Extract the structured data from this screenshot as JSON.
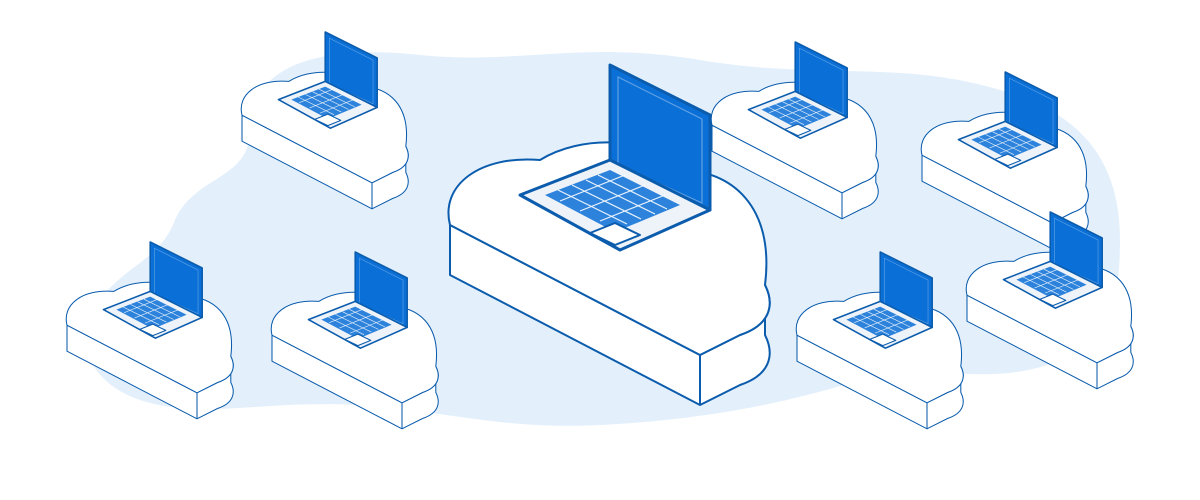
{
  "illustration": {
    "subject": "laptops-on-clouds",
    "colors": {
      "background": "#ffffff",
      "blob": "#e3f0fb",
      "cloud_fill": "#ffffff",
      "outline": "#0b5cad",
      "screen": "#0a6fd6",
      "keyboard_bg": "#eef3f9",
      "key": "#0a6fd6"
    },
    "nodes": [
      {
        "id": "main",
        "role": "central"
      },
      {
        "id": "top-left",
        "role": "peer"
      },
      {
        "id": "bottom-left",
        "role": "peer"
      },
      {
        "id": "bottom-left-center",
        "role": "peer"
      },
      {
        "id": "top-center-right",
        "role": "peer"
      },
      {
        "id": "top-right",
        "role": "peer"
      },
      {
        "id": "bottom-center-right",
        "role": "peer"
      },
      {
        "id": "right",
        "role": "peer"
      }
    ]
  }
}
